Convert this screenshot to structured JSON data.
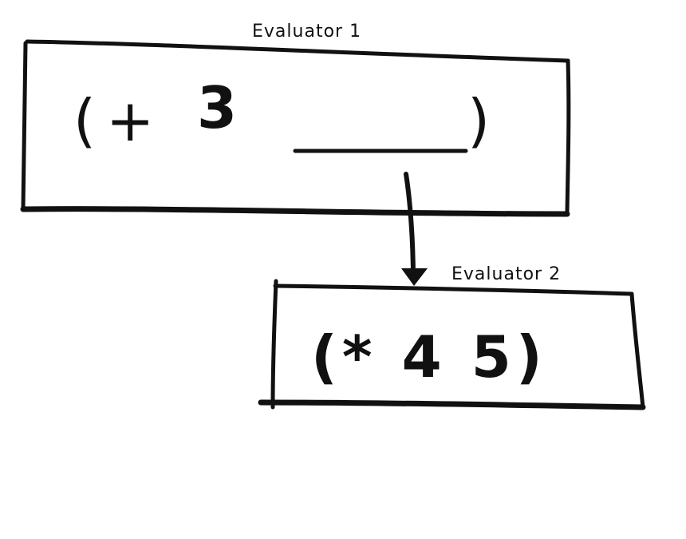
{
  "evaluator1": {
    "title": "Evaluator 1",
    "open_paren": "(",
    "operator": "+",
    "operand": "3",
    "close_paren": ")"
  },
  "evaluator2": {
    "title": "Evaluator 2",
    "expression": "(* 4 5)"
  },
  "colors": {
    "ink": "#111111",
    "background": "#ffffff"
  }
}
